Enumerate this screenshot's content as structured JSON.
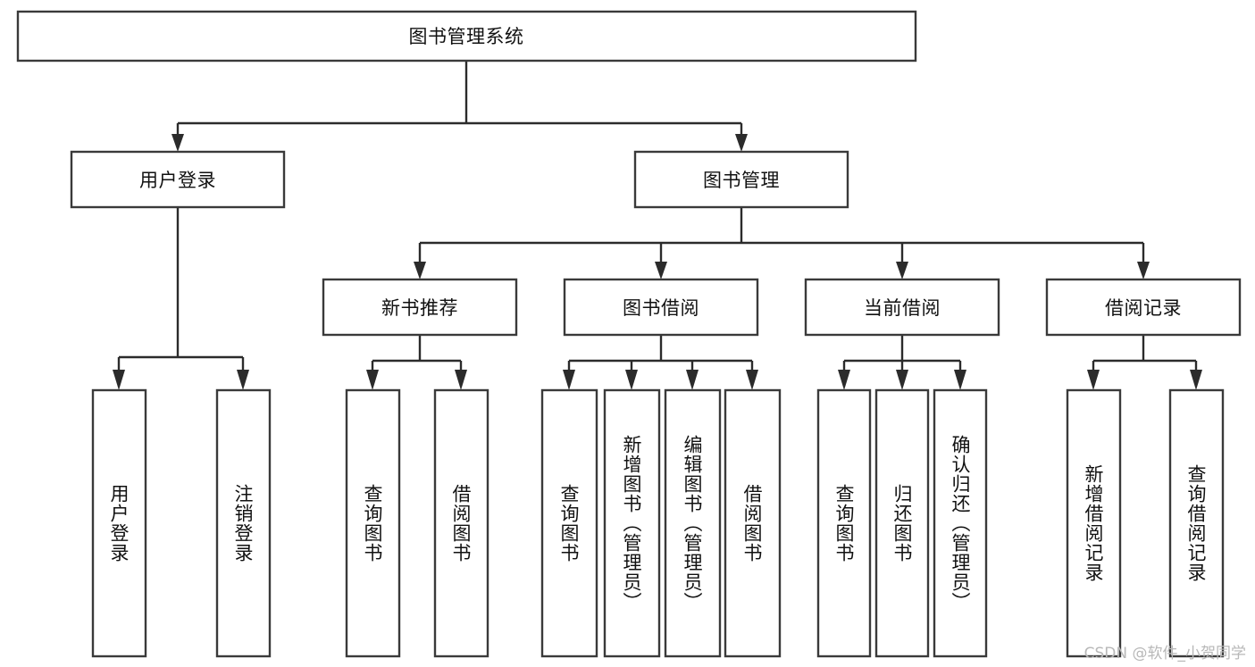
{
  "diagram": {
    "title": "图书管理系统",
    "type": "tree-hierarchy-chart",
    "orientation": "top-down",
    "watermark": "CSDN @软件_小贺同学",
    "colors": {
      "box_fill": "#ffffff",
      "box_stroke": "#3a3a3a",
      "connector": "#2b2b2b",
      "text": "#111111",
      "watermark": "#b8b8b8",
      "background": "#ffffff"
    }
  },
  "nodes": {
    "root": {
      "label": "图书管理系统"
    },
    "level2": [
      {
        "label": "用户登录"
      },
      {
        "label": "图书管理"
      }
    ],
    "level3": [
      {
        "label": "新书推荐"
      },
      {
        "label": "图书借阅"
      },
      {
        "label": "当前借阅"
      },
      {
        "label": "借阅记录"
      }
    ],
    "leaves": {
      "user_login": [
        {
          "label": "用户登录"
        },
        {
          "label": "注销登录"
        }
      ],
      "new_book_recommend": [
        {
          "label": "查询图书"
        },
        {
          "label": "借阅图书"
        }
      ],
      "book_borrow": [
        {
          "label": "查询图书"
        },
        {
          "label": "新增图书（管理员）"
        },
        {
          "label": "编辑图书（管理员）"
        },
        {
          "label": "借阅图书"
        }
      ],
      "current_borrow": [
        {
          "label": "查询图书"
        },
        {
          "label": "归还图书"
        },
        {
          "label": "确认归还（管理员）"
        }
      ],
      "borrow_record": [
        {
          "label": "新增借阅记录"
        },
        {
          "label": "查询借阅记录"
        }
      ]
    }
  }
}
